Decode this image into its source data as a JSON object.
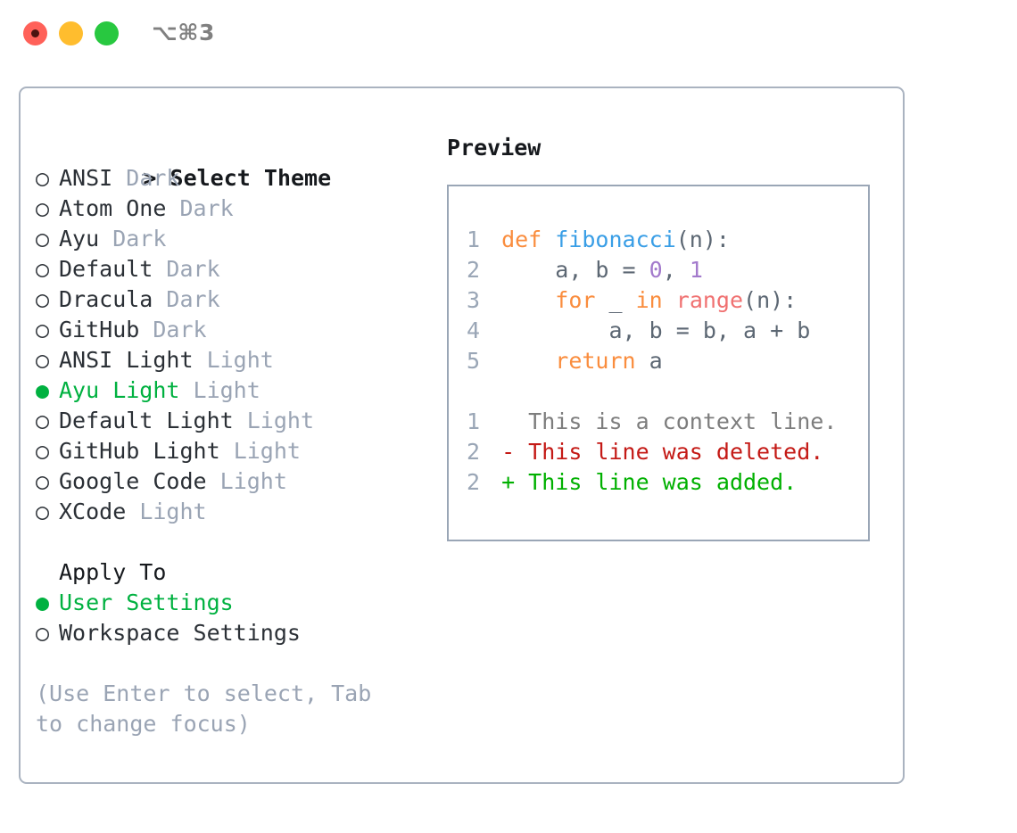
{
  "titlebar": {
    "shortcut_label": "⌥⌘3",
    "buttons": [
      {
        "name": "close",
        "color": "#ff6159"
      },
      {
        "name": "minimize",
        "color": "#ffbd2e"
      },
      {
        "name": "maximize",
        "color": "#28c840"
      }
    ]
  },
  "theme_picker": {
    "heading_marker": "> ",
    "heading": "Select Theme",
    "bullet_unselected": "○",
    "bullet_selected": "●",
    "items": [
      {
        "name": "ANSI",
        "tag": "Dark",
        "selected": false
      },
      {
        "name": "Atom One",
        "tag": "Dark",
        "selected": false
      },
      {
        "name": "Ayu",
        "tag": "Dark",
        "selected": false
      },
      {
        "name": "Default",
        "tag": "Dark",
        "selected": false
      },
      {
        "name": "Dracula",
        "tag": "Dark",
        "selected": false
      },
      {
        "name": "GitHub",
        "tag": "Dark",
        "selected": false
      },
      {
        "name": "ANSI Light",
        "tag": "Light",
        "selected": false
      },
      {
        "name": "Ayu Light",
        "tag": "Light",
        "selected": true
      },
      {
        "name": "Default Light",
        "tag": "Light",
        "selected": false
      },
      {
        "name": "GitHub Light",
        "tag": "Light",
        "selected": false
      },
      {
        "name": "Google Code",
        "tag": "Light",
        "selected": false
      },
      {
        "name": "XCode",
        "tag": "Light",
        "selected": false
      }
    ]
  },
  "apply_to": {
    "heading": "Apply To",
    "items": [
      {
        "name": "User Settings",
        "selected": true
      },
      {
        "name": "Workspace Settings",
        "selected": false
      }
    ]
  },
  "hint": "(Use Enter to select, Tab to change focus)",
  "preview": {
    "title": "Preview",
    "code_lines": [
      {
        "num": "1",
        "tokens": [
          {
            "t": "def",
            "c": "kw"
          },
          {
            "t": " ",
            "c": "pl"
          },
          {
            "t": "fibonacci",
            "c": "fn"
          },
          {
            "t": "(n):",
            "c": "pl"
          }
        ]
      },
      {
        "num": "2",
        "tokens": [
          {
            "t": "    a, b = ",
            "c": "pl"
          },
          {
            "t": "0",
            "c": "num"
          },
          {
            "t": ", ",
            "c": "pl"
          },
          {
            "t": "1",
            "c": "num"
          }
        ]
      },
      {
        "num": "3",
        "tokens": [
          {
            "t": "    ",
            "c": "pl"
          },
          {
            "t": "for",
            "c": "kw"
          },
          {
            "t": " _ ",
            "c": "pl"
          },
          {
            "t": "in",
            "c": "kw"
          },
          {
            "t": " ",
            "c": "pl"
          },
          {
            "t": "range",
            "c": "bi"
          },
          {
            "t": "(n):",
            "c": "pl"
          }
        ]
      },
      {
        "num": "4",
        "tokens": [
          {
            "t": "        a, b = b, a + b",
            "c": "pl"
          }
        ]
      },
      {
        "num": "5",
        "tokens": [
          {
            "t": "    ",
            "c": "pl"
          },
          {
            "t": "return",
            "c": "kw"
          },
          {
            "t": " a",
            "c": "pl"
          }
        ]
      }
    ],
    "diff_lines": [
      {
        "num": "1",
        "marker": "  ",
        "text": "This is a context line.",
        "kind": "ctx"
      },
      {
        "num": "2",
        "marker": "- ",
        "text": "This line was deleted.",
        "kind": "del"
      },
      {
        "num": "2",
        "marker": "+ ",
        "text": "This line was added.",
        "kind": "add"
      }
    ]
  },
  "colors": {
    "keyword": "#fa8d3e",
    "function": "#399ee6",
    "number": "#a37acc",
    "builtin": "#f07171",
    "plain": "#5c6773",
    "line_number": "#9aa6b6",
    "diff_context": "#7d7d7d",
    "diff_deleted": "#c41a16",
    "diff_added": "#00b000",
    "selected_green": "#00b140",
    "muted_tag": "#9aa4b4",
    "panel_border": "#aab3c0"
  }
}
